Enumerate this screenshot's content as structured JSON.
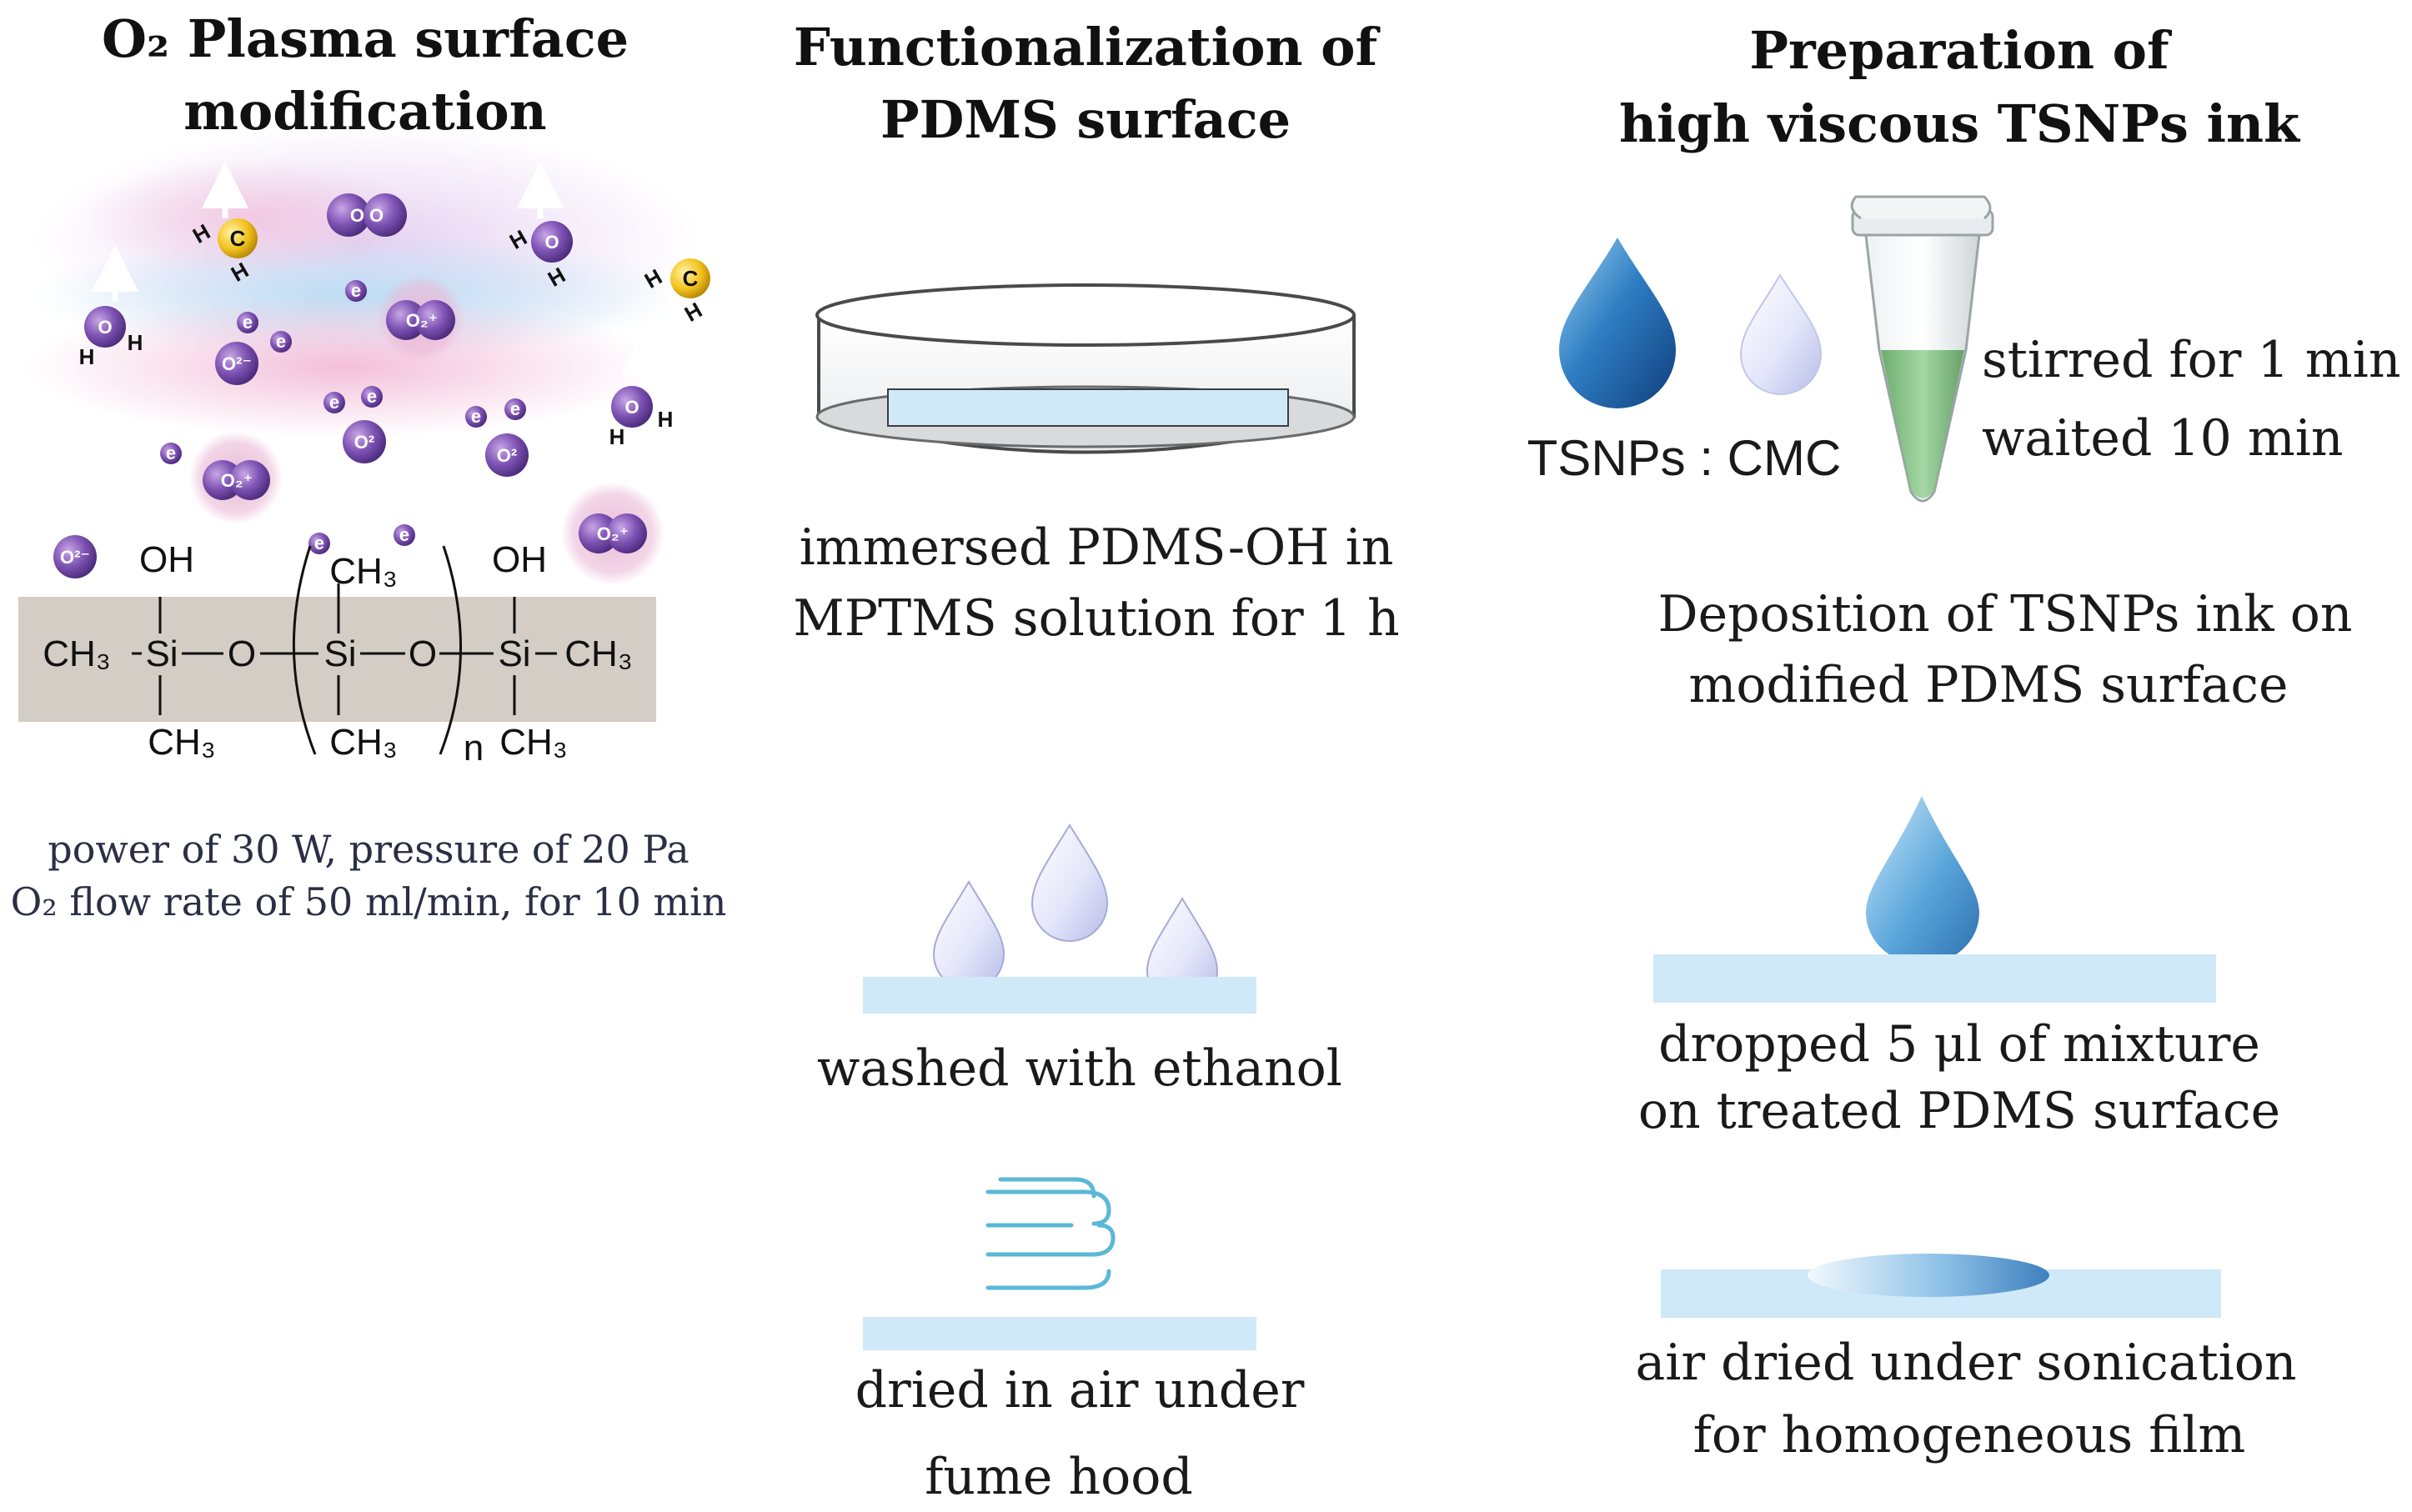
{
  "columns": {
    "plasma": {
      "title_line1": "O₂ Plasma surface",
      "title_line2": "modification",
      "molecule": {
        "oh_left": "OH",
        "oh_right": "OH",
        "ch3_top_mid": "CH₃",
        "ch3_left": "CH₃",
        "si": "Si",
        "o": "O",
        "ch3_right": "CH₃",
        "ch3_bot_left": "CH₃",
        "ch3_bot_mid": "CH₃",
        "ch3_bot_right": "CH₃",
        "subscript_n": "n"
      },
      "species": {
        "o2": "O O",
        "o2_plus": "O₂⁺",
        "o2_minus": "O²⁻",
        "o2_minus_short": "O²",
        "electron": "e",
        "h": "H",
        "o": "O",
        "c": "C"
      },
      "condition_line1": "power of 30 W, pressure of 20 Pa",
      "condition_line2": "O₂ flow rate of 50 ml/min, for 10 min"
    },
    "functionalization": {
      "title_line1": "Functionalization  of",
      "title_line2": "PDMS surface",
      "step1_line1": "immersed  PDMS-OH  in",
      "step1_line2": "MPTMS  solution  for  1  h",
      "step2": "washed  with  ethanol",
      "step3_line1": "dried  in  air  under",
      "step3_line2": "fume  hood"
    },
    "ink": {
      "title_line1": "Preparation  of",
      "title_line2": "high  viscous  TSNPs  ink",
      "ratio_label": "TSNPs : CMC",
      "stir_line1": "stirred  for  1  min",
      "stir_line2": "waited  10  min",
      "deposition_line1": "Deposition  of  TSNPs  ink  on",
      "deposition_line2": "modified  PDMS  surface",
      "drop_line1": "dropped  5  μl  of  mixture",
      "drop_line2": "on  treated  PDMS  surface",
      "dry_line1": "air  dried  under  sonication",
      "dry_line2": "for  homogeneous  film"
    }
  },
  "colors": {
    "substrate_blue": "#cfe9f8",
    "substrate_grey": "#d3cdc6",
    "drop_dark_blue": "#1e63a8",
    "drop_light": "#d9dcf5",
    "plasma_purple": "#7a4fa8",
    "plasma_glow_pink": "#f2c6dc",
    "plasma_glow_blue": "#c9e4f4",
    "tube_green": "#7fbf7f",
    "wind_blue": "#5bb8d6"
  }
}
